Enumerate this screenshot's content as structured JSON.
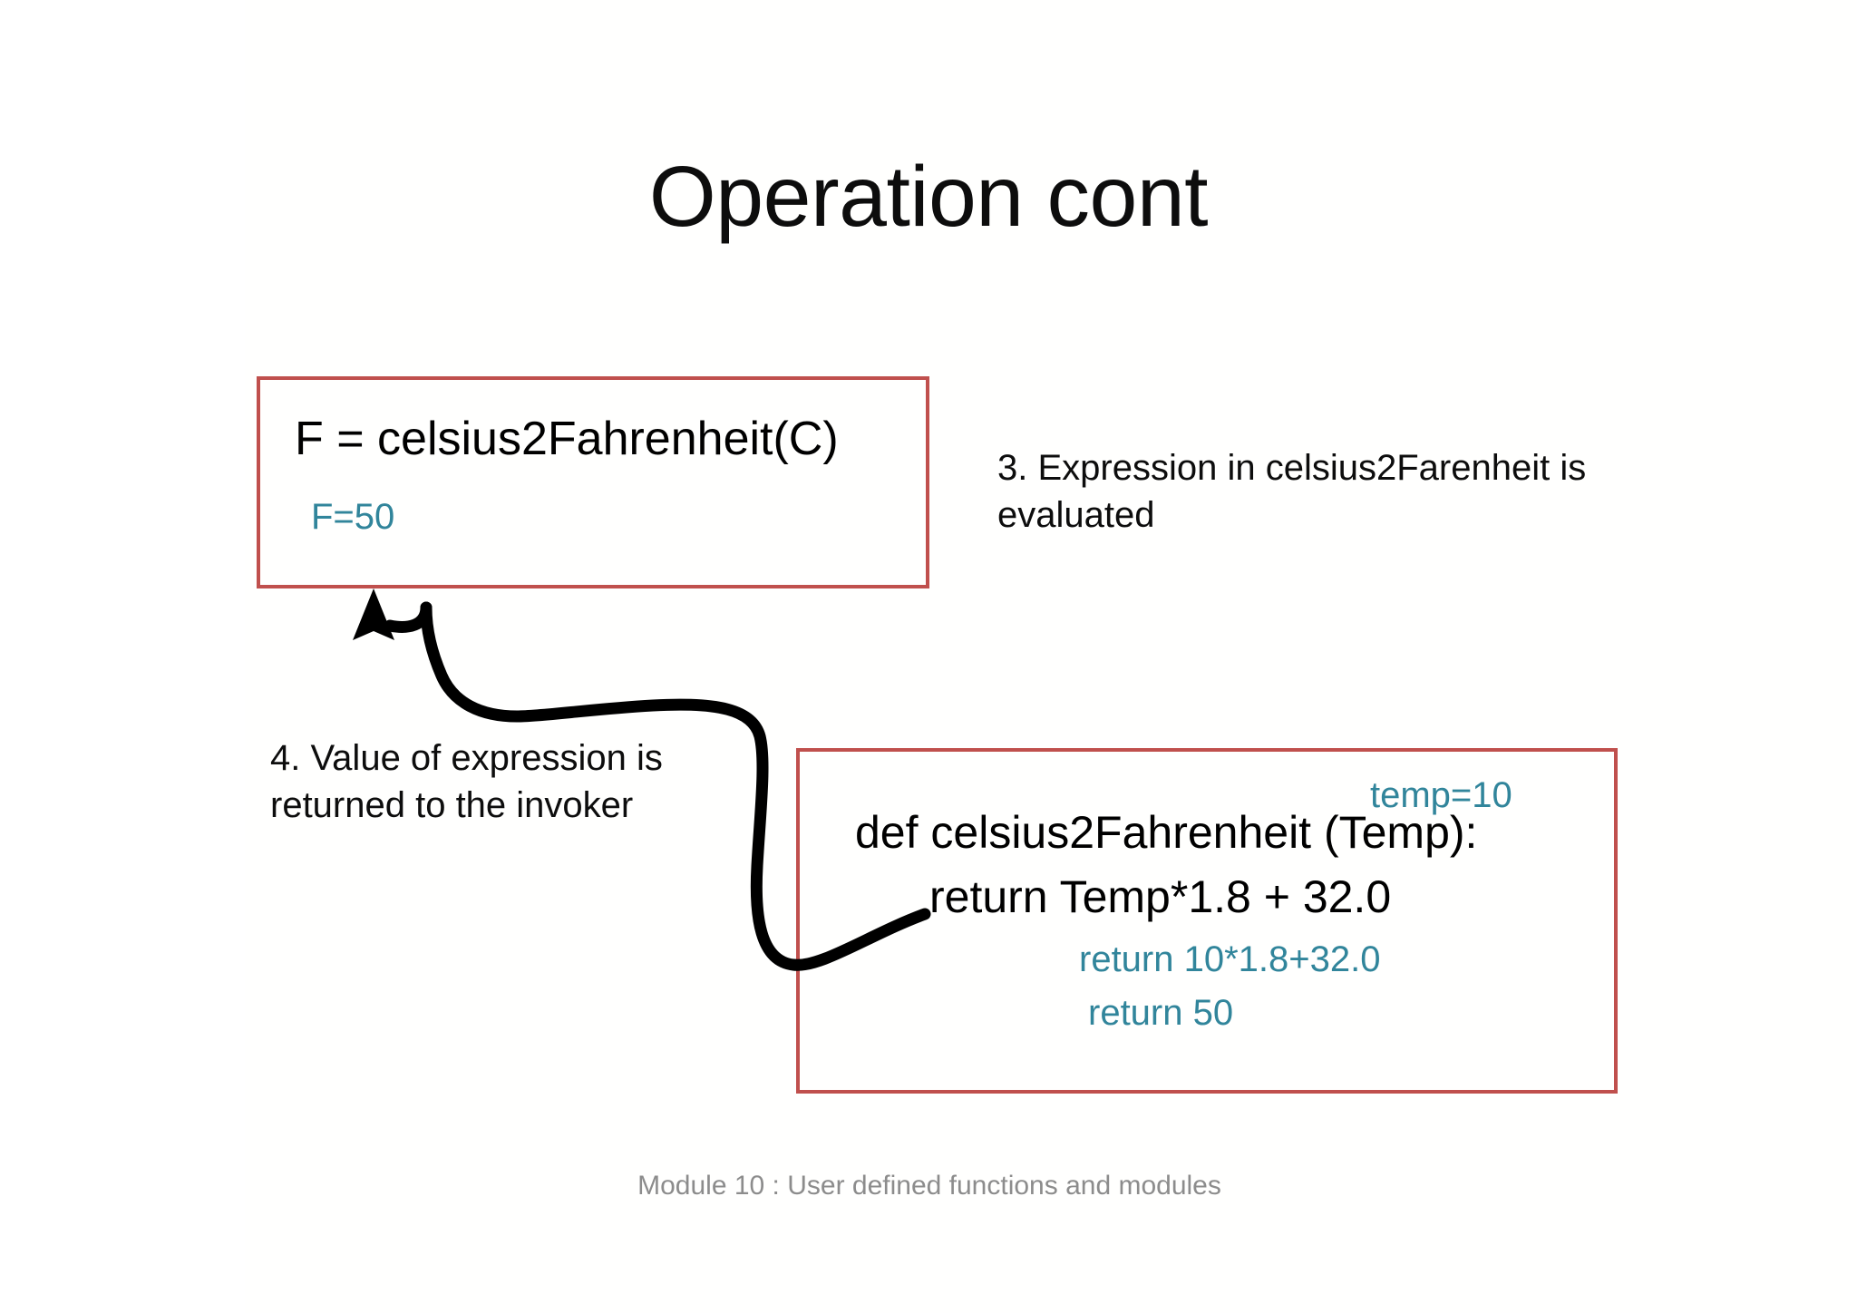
{
  "slide": {
    "title": "Operation cont",
    "footer": "Module 10 : User defined functions and modules"
  },
  "colors": {
    "box_border_red": "#c0504d",
    "trace_teal": "#31859b",
    "text_black": "#0d0d0d",
    "footer_grey": "#8c8c8c",
    "arrow_black": "#000000",
    "background": "#ffffff"
  },
  "invoker_box": {
    "call_statement": "F = celsius2Fahrenheit(C)",
    "result_trace": "F=50"
  },
  "function_box": {
    "parameter_trace": "temp=10",
    "def_line": "def celsius2Fahrenheit (Temp):",
    "return_line": "return Temp*1.8 + 32.0",
    "return_substituted_trace": "return 10*1.8+32.0",
    "return_value_trace": "return 50"
  },
  "annotations": {
    "step3": "3. Expression in celsius2Farenheit is evaluated",
    "step4": "4. Value of expression is returned to the invoker"
  },
  "arrow": {
    "label": "return-value-arrow",
    "from": "function box return statement",
    "to": "invoker box bottom edge"
  }
}
